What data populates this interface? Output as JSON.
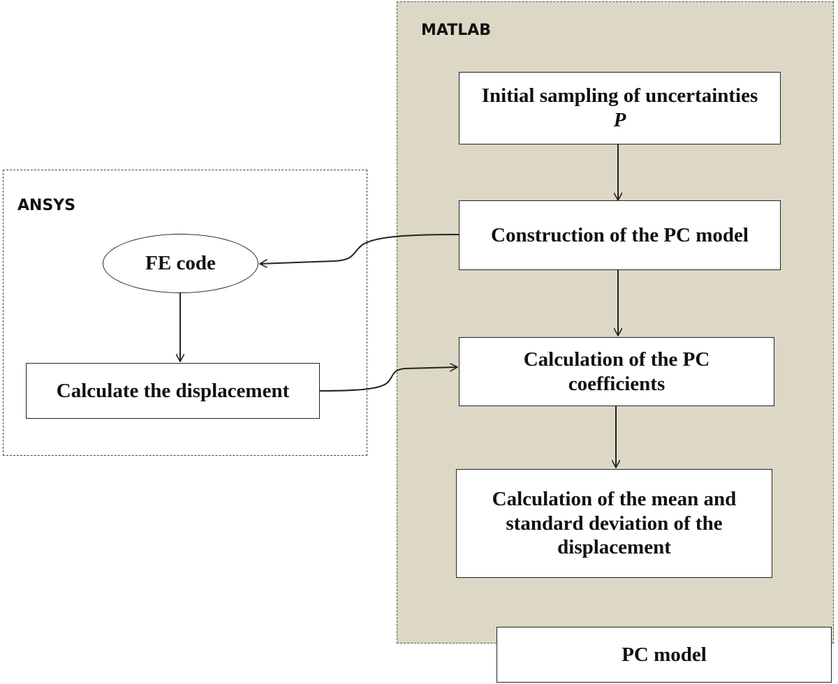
{
  "regions": {
    "matlab": "MATLAB",
    "ansys": "ANSYS"
  },
  "nodes": {
    "initial_sampling": {
      "line1": "Initial sampling of uncertainties",
      "line2": "P"
    },
    "construction": "Construction of the  PC model",
    "pc_coefficients": {
      "line1": "Calculation of the  PC",
      "line2": "coefficients"
    },
    "mean_std": {
      "line1": "Calculation of the mean and",
      "line2": "standard deviation of  the",
      "line3": "displacement"
    },
    "fe_code": "FE code",
    "calc_displacement": "Calculate the displacement",
    "pc_model": "PC model"
  },
  "colors": {
    "matlab_fill": "#ddd8c5",
    "box_fill": "#ffffff",
    "stroke": "#222222"
  }
}
